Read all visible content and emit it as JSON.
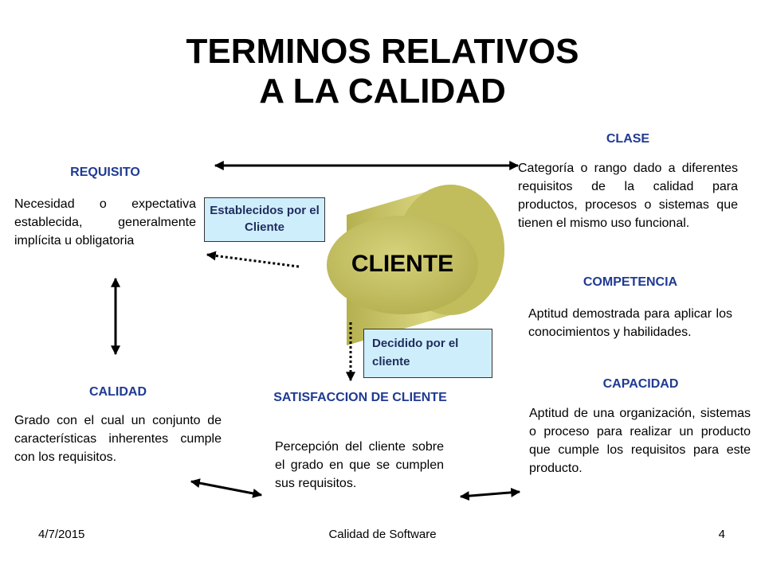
{
  "title": {
    "line1": "TERMINOS RELATIVOS",
    "line2": "A LA CALIDAD"
  },
  "center": {
    "label": "CLIENTE"
  },
  "boxes": {
    "established": "Establecidos por el Cliente",
    "decided": "Decidido por el cliente"
  },
  "concepts": {
    "requisito": {
      "heading": "REQUISITO",
      "text": "Necesidad o expectativa establecida, generalmente implícita u obligatoria"
    },
    "clase": {
      "heading": "CLASE",
      "text": "Categoría o rango dado a diferentes requisitos de la calidad para productos, procesos o sistemas que tienen el mismo uso funcional."
    },
    "competencia": {
      "heading": "COMPETENCIA",
      "text": "Aptitud demostrada para aplicar los conocimientos y habilidades."
    },
    "calidad": {
      "heading": "CALIDAD",
      "text": "Grado con el cual un conjunto de características inherentes cumple con los requisitos."
    },
    "satisfaccion": {
      "heading": "SATISFACCION DE CLIENTE",
      "text": "Percepción del cliente sobre el grado en que se cumplen sus requisitos."
    },
    "capacidad": {
      "heading": "CAPACIDAD",
      "text": "Aptitud de una organización, sistemas o proceso para realizar un producto que cumple los requisitos para este producto."
    }
  },
  "footer": {
    "date": "4/7/2015",
    "course": "Calidad de Software",
    "page": "4"
  },
  "colors": {
    "heading": "#1f3a93",
    "cylinder": "#c9c46a",
    "box_fill": "#cfeefc"
  }
}
